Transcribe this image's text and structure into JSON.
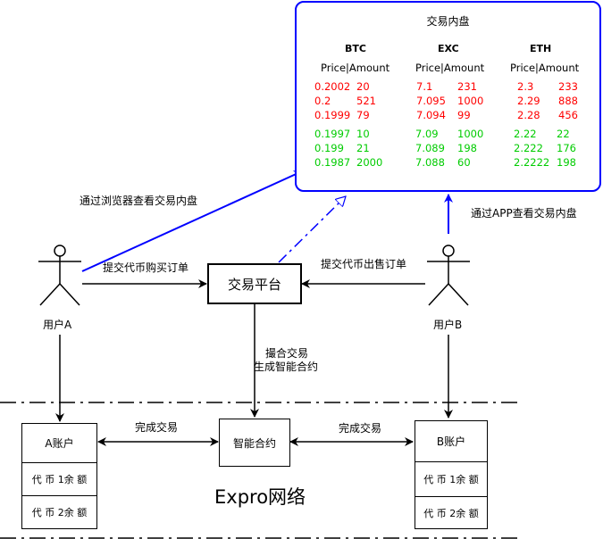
{
  "orderbook": {
    "title": "交易内盘",
    "markets": [
      {
        "coin": "BTC",
        "header": "Price|Amount",
        "asks": [
          [
            "0.2002",
            "20"
          ],
          [
            "0.2",
            "521"
          ],
          [
            "0.1999",
            "79"
          ]
        ],
        "bids": [
          [
            "0.1997",
            "10"
          ],
          [
            "0.199",
            "21"
          ],
          [
            "0.1987",
            "2000"
          ]
        ]
      },
      {
        "coin": "EXC",
        "header": "Price|Amount",
        "asks": [
          [
            "7.1",
            "231"
          ],
          [
            "7.095",
            "1000"
          ],
          [
            "7.094",
            "99"
          ]
        ],
        "bids": [
          [
            "7.09",
            "1000"
          ],
          [
            "7.089",
            "198"
          ],
          [
            "7.088",
            "60"
          ]
        ]
      },
      {
        "coin": "ETH",
        "header": "Price|Amount",
        "asks": [
          [
            "2.3",
            "233"
          ],
          [
            "2.29",
            "888"
          ],
          [
            "2.28",
            "456"
          ]
        ],
        "bids": [
          [
            "2.22",
            "22"
          ],
          [
            "2.222",
            "176"
          ],
          [
            "2.2222",
            "198"
          ]
        ]
      }
    ]
  },
  "actors": {
    "user_a": "用户A",
    "user_b": "用户B"
  },
  "nodes": {
    "platform": "交易平台",
    "smart_contract": "智能合约",
    "account_a": "A账户",
    "account_b": "B账户",
    "token1_balance": "代 币 1余 额",
    "token2_balance": "代 币 2余 额"
  },
  "edges": {
    "browser_view": "通过浏览器查看交易内盘",
    "app_view": "通过APP查看交易内盘",
    "buy_order": "提交代币购买订单",
    "sell_order": "提交代币出售订单",
    "match_line1": "撮合交易",
    "match_line2": "生成智能合约",
    "complete_left": "完成交易",
    "complete_right": "完成交易"
  },
  "network_label": "Expro网络",
  "colors": {
    "accent": "#0000ff",
    "ask": "#ff0000",
    "bid": "#00cc00"
  }
}
